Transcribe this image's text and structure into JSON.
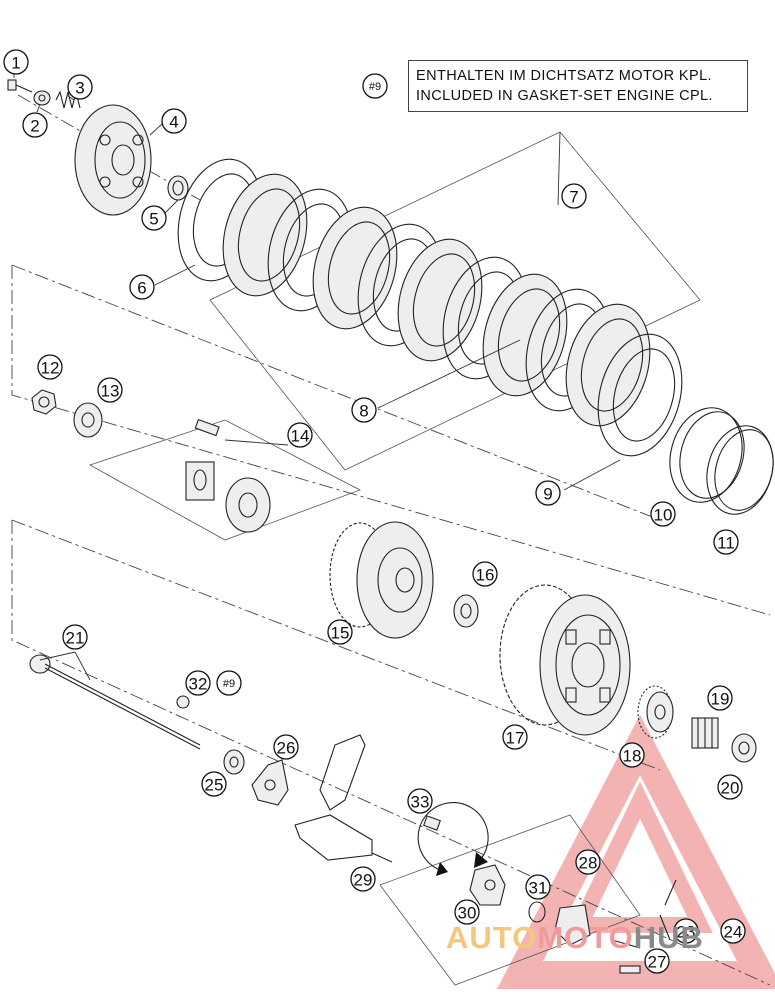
{
  "note": {
    "ref_label": "#9",
    "line_de": "ENTHALTEN IM DICHTSATZ MOTOR KPL.",
    "line_en": "INCLUDED IN GASKET-SET ENGINE CPL."
  },
  "callouts": [
    "1",
    "2",
    "3",
    "4",
    "5",
    "6",
    "7",
    "8",
    "9",
    "10",
    "11",
    "12",
    "13",
    "14",
    "15",
    "16",
    "17",
    "18",
    "19",
    "20",
    "21",
    "23",
    "24",
    "25",
    "26",
    "27",
    "28",
    "29",
    "30",
    "31",
    "32",
    "33"
  ],
  "ref_callout": "#9",
  "watermark": {
    "part1": "AUTO",
    "part2": "MOTO",
    "part3": "HUB",
    "color_1": "#f4c77d",
    "color_2": "#ef9b9b",
    "color_3": "#8a8a8a"
  }
}
